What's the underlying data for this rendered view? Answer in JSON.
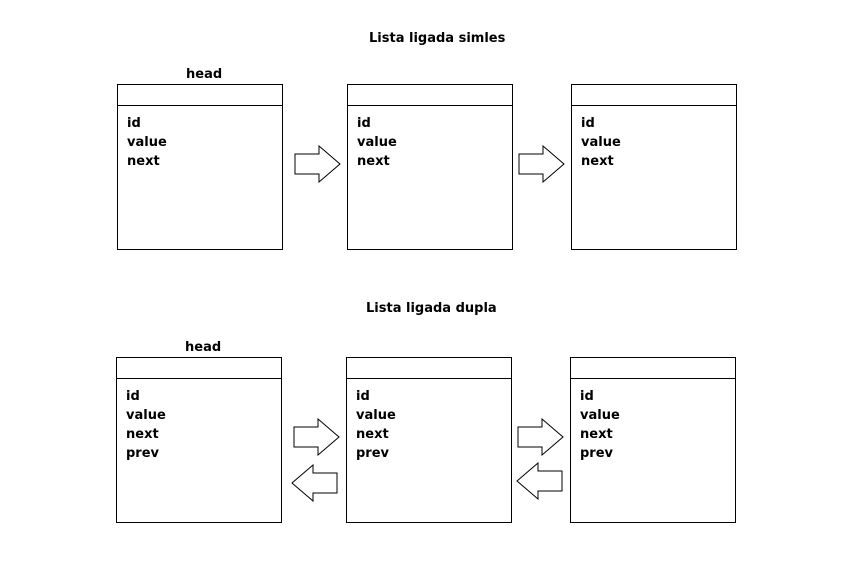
{
  "diagram": {
    "singly": {
      "title": "Lista ligada simles",
      "head_label": "head",
      "nodes": [
        {
          "fields": [
            "id",
            "value",
            "next"
          ]
        },
        {
          "fields": [
            "id",
            "value",
            "next"
          ]
        },
        {
          "fields": [
            "id",
            "value",
            "next"
          ]
        }
      ]
    },
    "doubly": {
      "title": "Lista ligada dupla",
      "head_label": "head",
      "nodes": [
        {
          "fields": [
            "id",
            "value",
            "next",
            "prev"
          ]
        },
        {
          "fields": [
            "id",
            "value",
            "next",
            "prev"
          ]
        },
        {
          "fields": [
            "id",
            "value",
            "next",
            "prev"
          ]
        }
      ]
    },
    "icons": {
      "next_arrow": "arrow-right-icon",
      "prev_arrow": "arrow-left-icon"
    }
  }
}
